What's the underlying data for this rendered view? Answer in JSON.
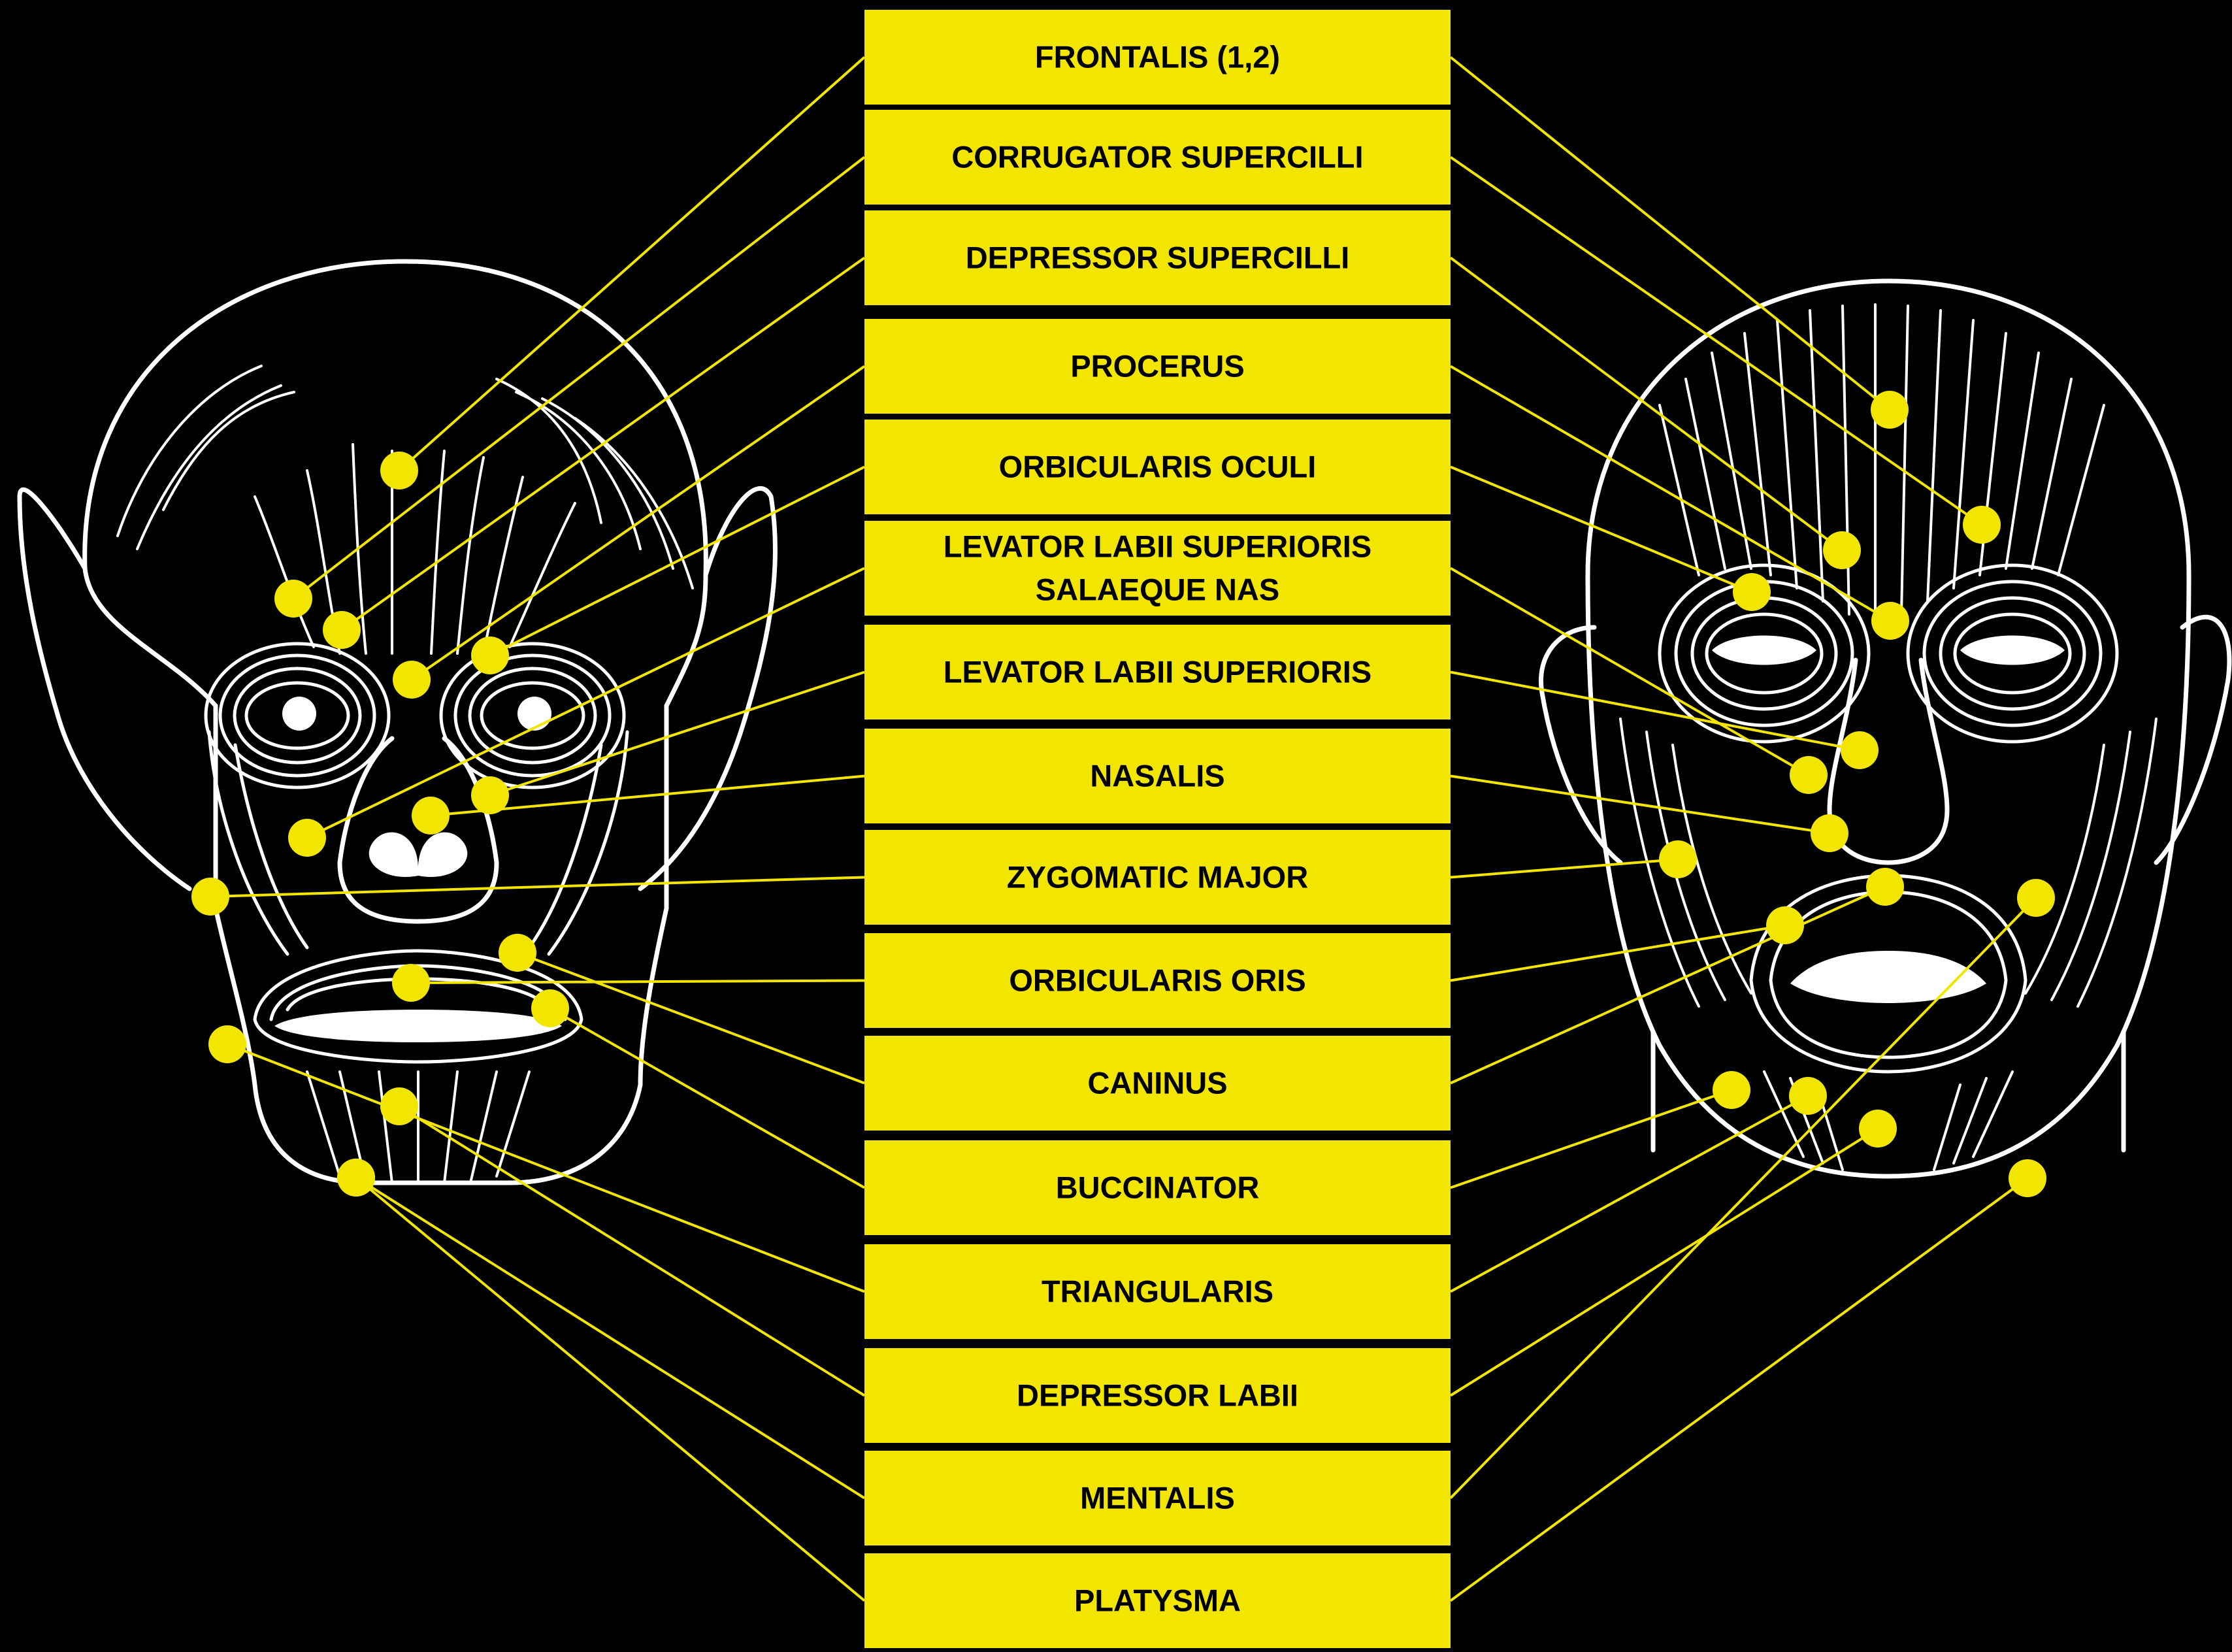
{
  "colors": {
    "background": "#000000",
    "accent": "#F2E600",
    "outline": "#FFFFFF",
    "label_text": "#000000"
  },
  "figures": [
    {
      "name": "left-face-diagram",
      "view": "front face with flattened ears"
    },
    {
      "name": "right-face-diagram",
      "view": "front face oval"
    }
  ],
  "labels": [
    {
      "lines": [
        "FRONTALIS (1,2)"
      ]
    },
    {
      "lines": [
        "CORRUGATOR SUPERCILLI"
      ]
    },
    {
      "lines": [
        "DEPRESSOR SUPERCILLI"
      ]
    },
    {
      "lines": [
        "PROCERUS"
      ]
    },
    {
      "lines": [
        "ORBICULARIS OCULI"
      ]
    },
    {
      "lines": [
        "LEVATOR LABII SUPERIORIS",
        "SALAEQUE NAS"
      ]
    },
    {
      "lines": [
        "LEVATOR LABII SUPERIORIS"
      ]
    },
    {
      "lines": [
        "NASALIS"
      ]
    },
    {
      "lines": [
        "ZYGOMATIC MAJOR"
      ]
    },
    {
      "lines": [
        "ORBICULARIS ORIS"
      ]
    },
    {
      "lines": [
        "CANINUS"
      ]
    },
    {
      "lines": [
        "BUCCINATOR"
      ]
    },
    {
      "lines": [
        "TRIANGULARIS"
      ]
    },
    {
      "lines": [
        "DEPRESSOR LABII"
      ]
    },
    {
      "lines": [
        "MENTALIS"
      ]
    },
    {
      "lines": [
        "PLATYSMA"
      ]
    }
  ]
}
